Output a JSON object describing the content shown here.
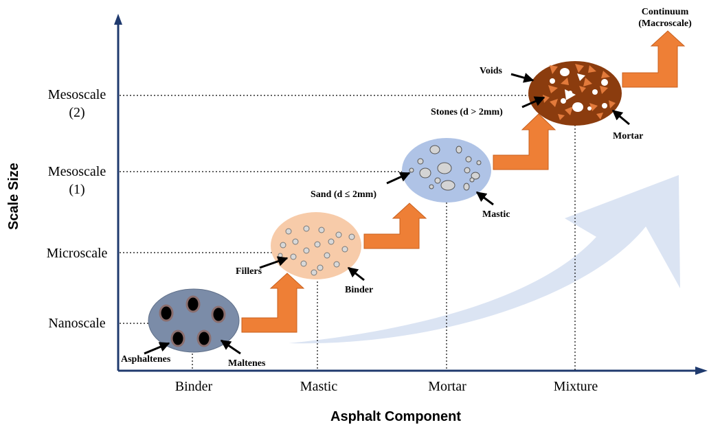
{
  "axes": {
    "y_title": "Scale Size",
    "x_title": "Asphalt Component",
    "y_levels": [
      {
        "lines": [
          "Nanoscale"
        ]
      },
      {
        "lines": [
          "Microscale"
        ]
      },
      {
        "lines": [
          "Mesoscale",
          "(1)"
        ]
      },
      {
        "lines": [
          "Mesoscale",
          "(2)"
        ]
      }
    ],
    "x_categories": [
      "Binder",
      "Mastic",
      "Mortar",
      "Mixture"
    ]
  },
  "stages": {
    "binder": {
      "labels": [
        "Asphaltenes",
        "Maltenes"
      ]
    },
    "mastic": {
      "labels": [
        "Fillers",
        "Binder"
      ]
    },
    "mortar": {
      "labels": [
        "Sand (d ≤ 2mm)",
        "Mastic"
      ]
    },
    "mixture": {
      "labels": [
        "Voids",
        "Stones (d > 2mm)",
        "Mortar"
      ]
    },
    "continuum": {
      "lines": [
        "Continuum",
        "(Macroscale)"
      ]
    }
  },
  "colors": {
    "axis": "#1f3a6e",
    "binder_fill": "#7b8ca8",
    "mastic_fill": "#f7cba9",
    "mortar_fill": "#afc3e6",
    "mixture_fill": "#8b3c0e",
    "step_arrow": "#ee7f36",
    "trend_arrow": "#dbe4f3"
  }
}
